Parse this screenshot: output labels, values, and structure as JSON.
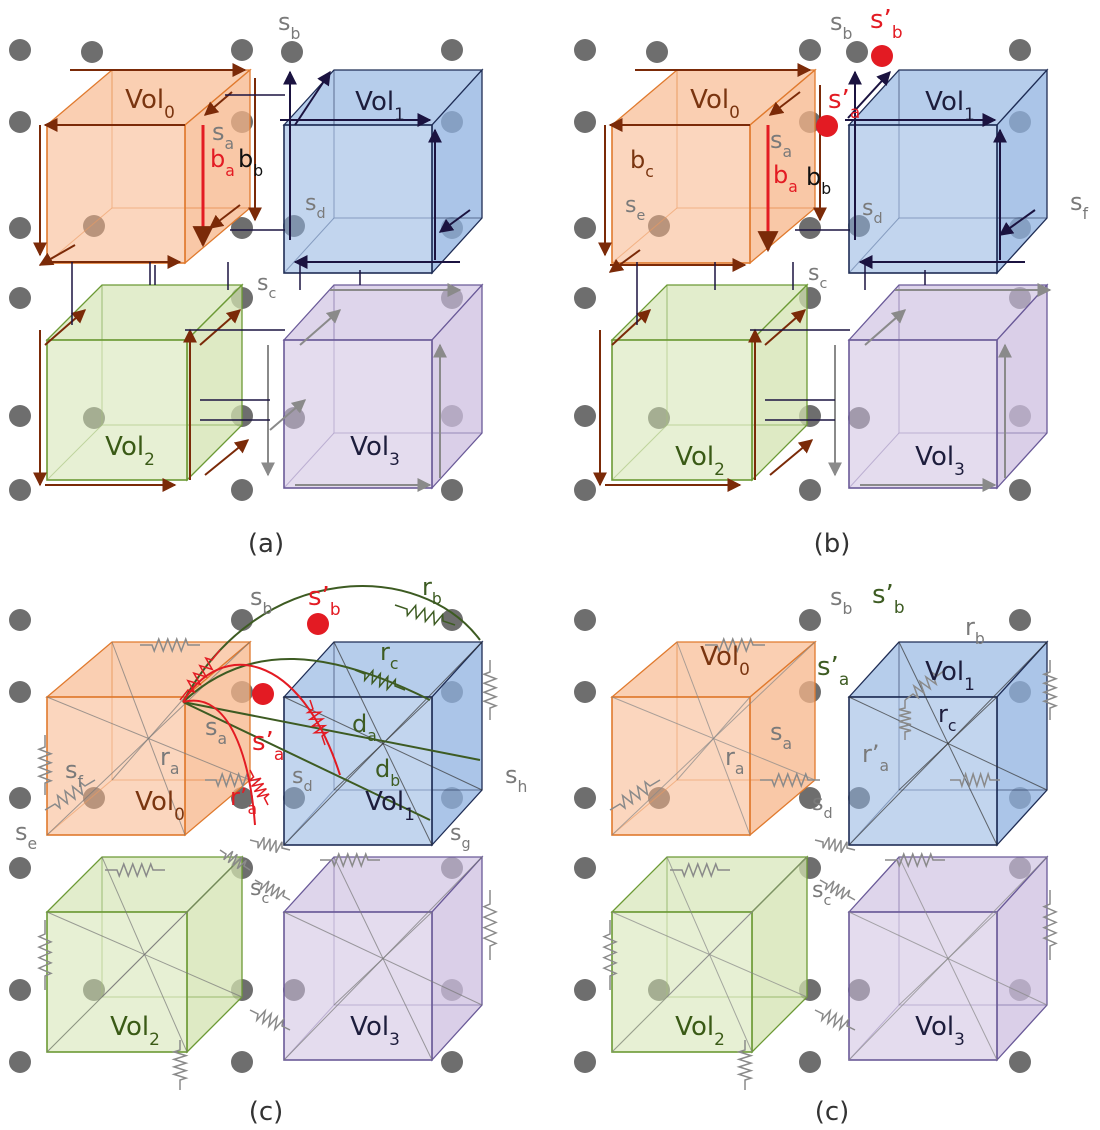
{
  "colors": {
    "node": "#6e6e6e",
    "red": "#e31b23",
    "green_text": "#3a5a16",
    "gray_text": "#7a7a7a",
    "dark_text": "#1d1d3c",
    "orange_text": "#7a3510",
    "vol0_fill": "#f7b589",
    "vol0_stroke": "#e07a2e",
    "vol1_fill": "#8fb2e0",
    "vol1_stroke": "#1f2d55",
    "vol2_fill": "#d3e3b0",
    "vol2_stroke": "#6c9a35",
    "vol3_fill": "#cdbfe0",
    "vol3_stroke": "#6a5a98",
    "arrow_brown": "#7b2a08",
    "arrow_dark": "#1b1340",
    "arrow_gray": "#8a8a8a",
    "spring": "#8a8a8a",
    "green_line": "#3d5b22"
  },
  "volumes": {
    "vol0": {
      "base": "Vol",
      "sub": "0"
    },
    "vol1": {
      "base": "Vol",
      "sub": "1"
    },
    "vol2": {
      "base": "Vol",
      "sub": "2"
    },
    "vol3": {
      "base": "Vol",
      "sub": "3"
    }
  },
  "panels": {
    "a": {
      "caption": "(a)",
      "labels": {
        "sb": {
          "b": "s",
          "s": "b"
        },
        "sa": {
          "b": "s",
          "s": "a"
        },
        "ba": {
          "b": "b",
          "s": "a"
        },
        "bb": {
          "b": "b",
          "s": "b"
        },
        "sd": {
          "b": "s",
          "s": "d"
        },
        "sc": {
          "b": "s",
          "s": "c"
        }
      }
    },
    "b": {
      "caption": "(b)",
      "labels": {
        "sb": {
          "b": "s",
          "s": "b"
        },
        "spb": {
          "b": "s’",
          "s": "b"
        },
        "spa": {
          "b": "s’",
          "s": "a"
        },
        "sa": {
          "b": "s",
          "s": "a"
        },
        "bc": {
          "b": "b",
          "s": "c"
        },
        "ba": {
          "b": "b",
          "s": "a"
        },
        "bb": {
          "b": "b",
          "s": "b"
        },
        "se": {
          "b": "s",
          "s": "e"
        },
        "sd": {
          "b": "s",
          "s": "d"
        },
        "sf": {
          "b": "s",
          "s": "f"
        },
        "sc": {
          "b": "s",
          "s": "c"
        }
      }
    },
    "c": {
      "caption": "(c)",
      "labels": {
        "sb": {
          "b": "s",
          "s": "b"
        },
        "spb": {
          "b": "s’",
          "s": "b"
        },
        "rb": {
          "b": "r",
          "s": "b"
        },
        "rc": {
          "b": "r",
          "s": "c"
        },
        "sa": {
          "b": "s",
          "s": "a"
        },
        "da": {
          "b": "d",
          "s": "a"
        },
        "ra": {
          "b": "r",
          "s": "a"
        },
        "spa": {
          "b": "s’",
          "s": "a"
        },
        "sf": {
          "b": "s",
          "s": "f"
        },
        "sd": {
          "b": "s",
          "s": "d"
        },
        "db": {
          "b": "d",
          "s": "b"
        },
        "sh": {
          "b": "s",
          "s": "h"
        },
        "rpa": {
          "b": "r’",
          "s": "a"
        },
        "se": {
          "b": "s",
          "s": "e"
        },
        "sg": {
          "b": "s",
          "s": "g"
        },
        "sc": {
          "b": "s",
          "s": "c"
        }
      }
    },
    "d": {
      "caption": "(c)",
      "labels": {
        "sb": {
          "b": "s",
          "s": "b"
        },
        "spb": {
          "b": "s’",
          "s": "b"
        },
        "rb": {
          "b": "r",
          "s": "b"
        },
        "spa": {
          "b": "s’",
          "s": "a"
        },
        "rc": {
          "b": "r",
          "s": "c"
        },
        "sa": {
          "b": "s",
          "s": "a"
        },
        "ra": {
          "b": "r",
          "s": "a"
        },
        "rpa": {
          "b": "r’",
          "s": "a"
        },
        "sd": {
          "b": "s",
          "s": "d"
        },
        "sc": {
          "b": "s",
          "s": "c"
        }
      }
    }
  }
}
